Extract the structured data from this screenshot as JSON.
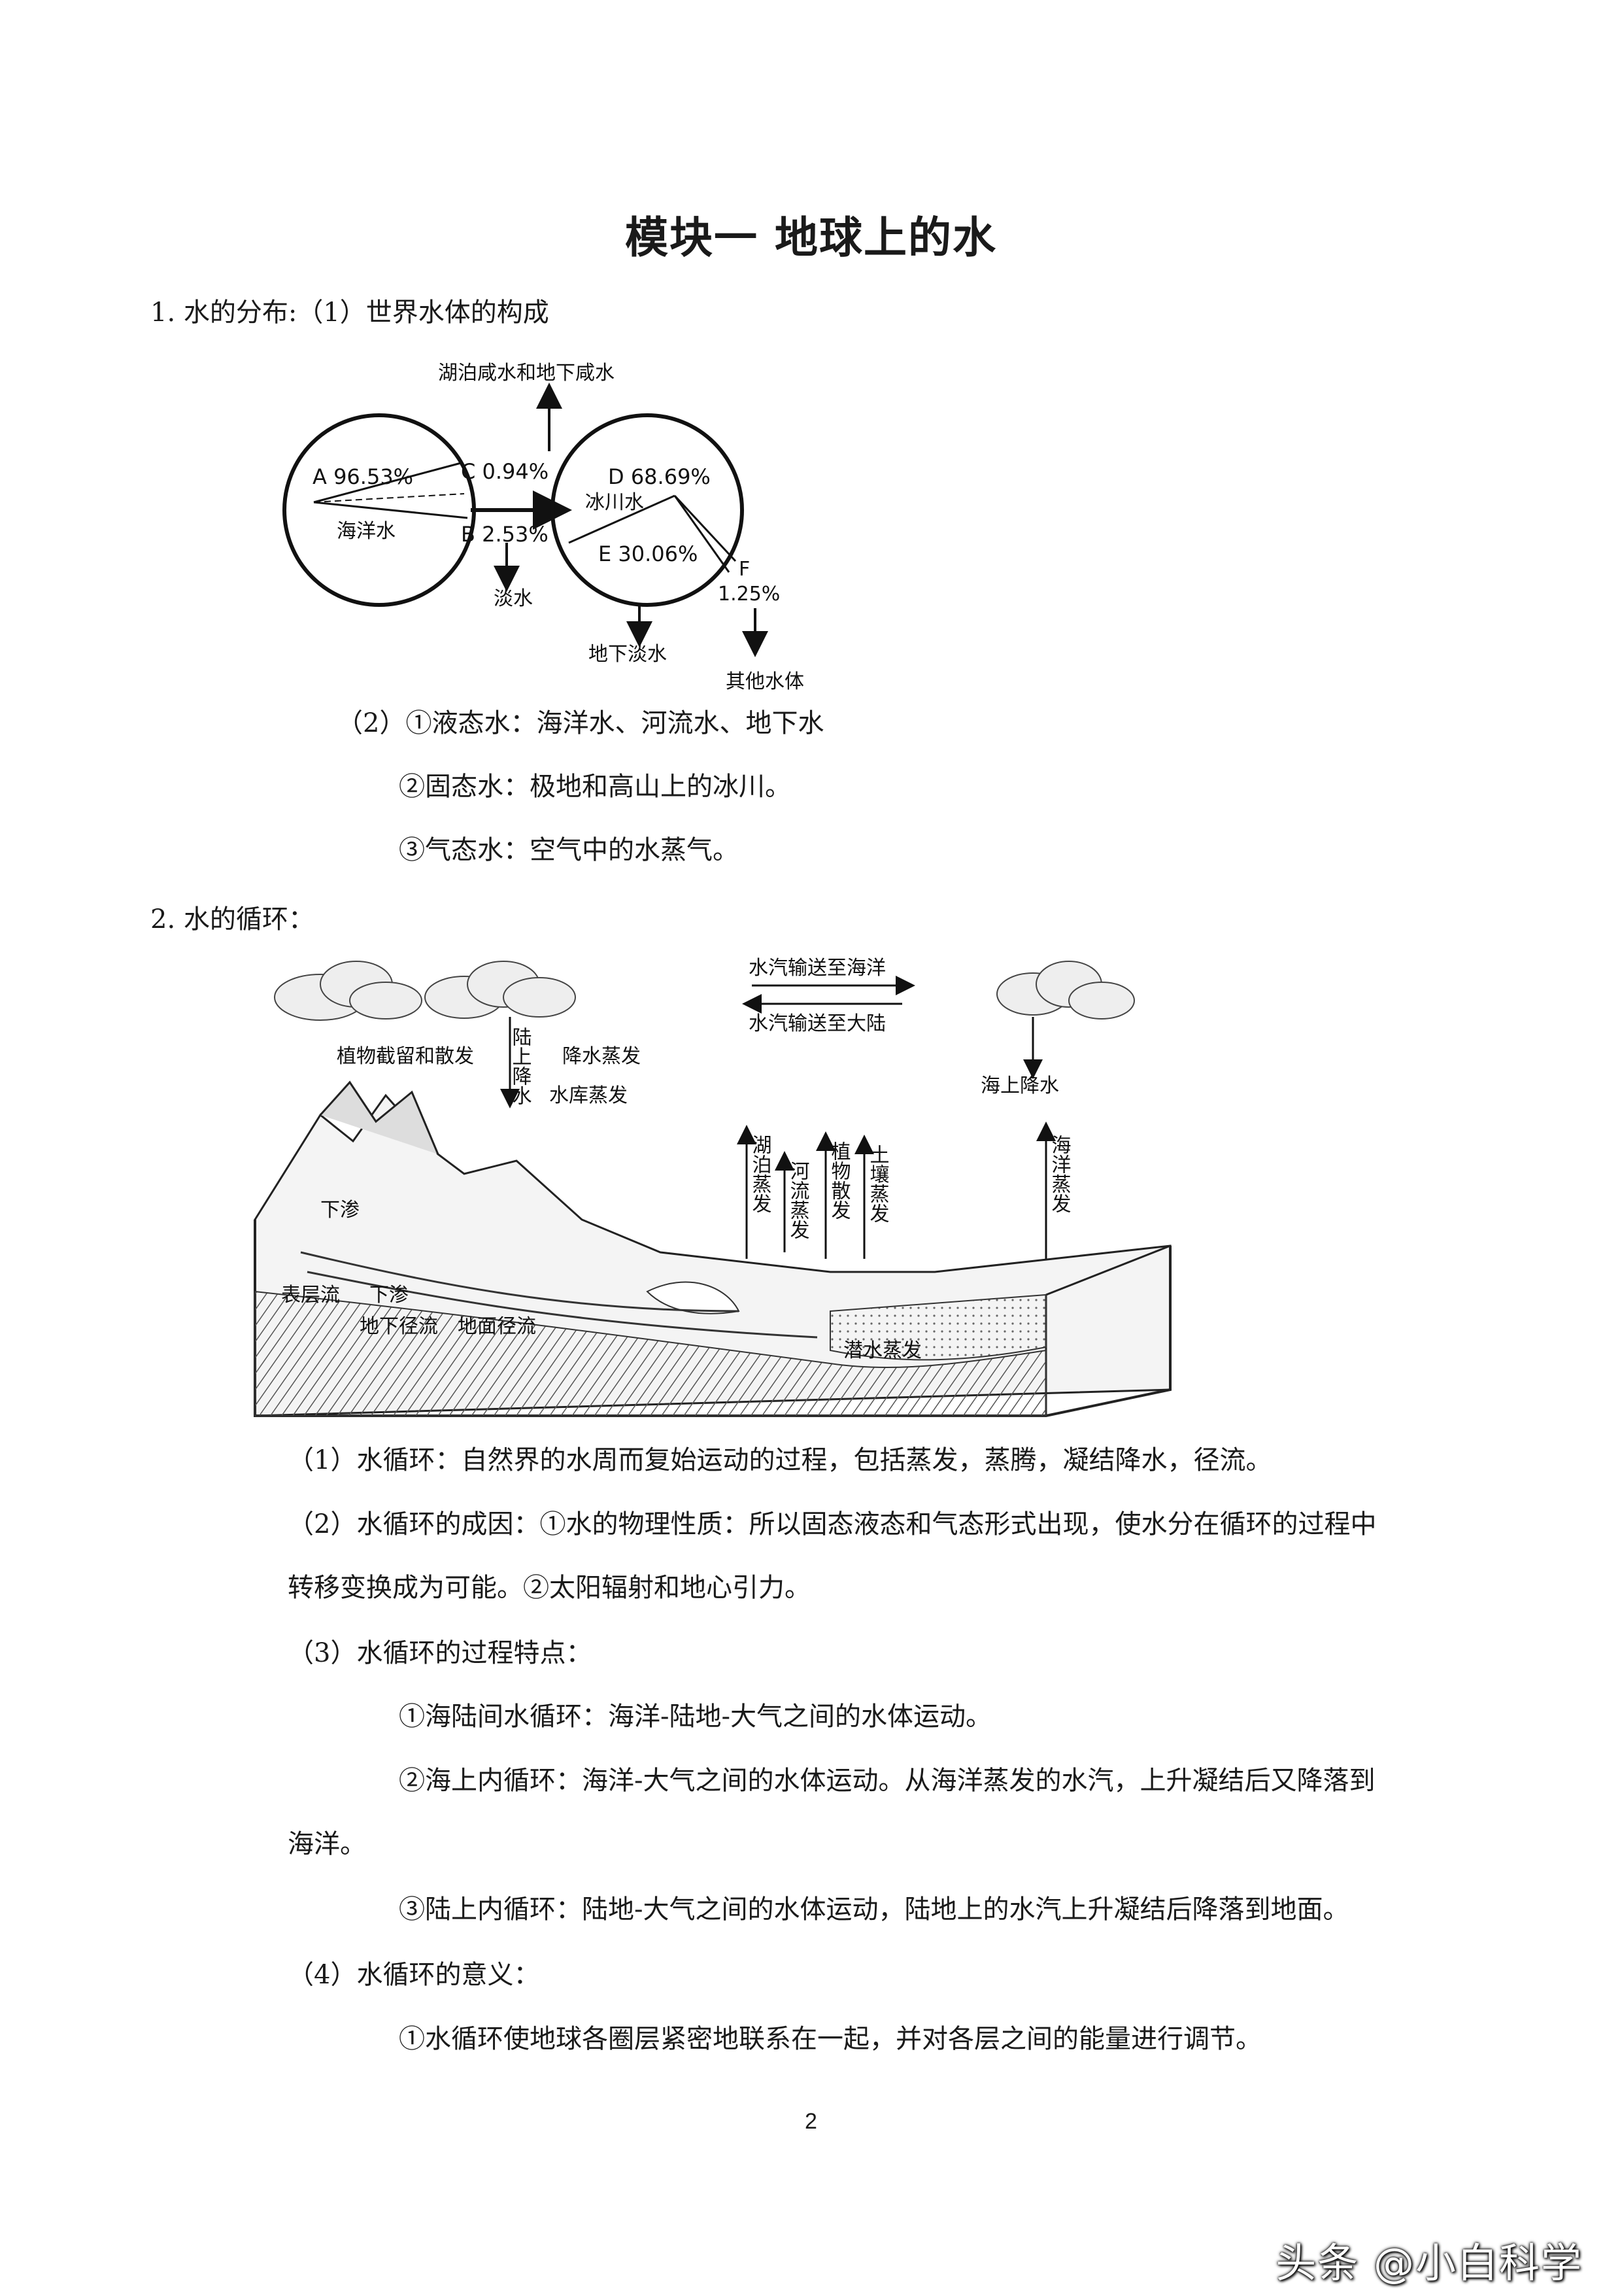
{
  "title": "模块一  地球上的水",
  "section1": {
    "heading": "1.  水的分布:（1）世界水体的构成",
    "diagram": {
      "top_label": "湖泊咸水和地下咸水",
      "circle1": {
        "a": "A  96.53%",
        "c": "C  0.94%",
        "ocean": "海洋水",
        "b": "B  2.53%",
        "fresh": "淡水"
      },
      "circle2": {
        "d": "D  68.69%",
        "glacier": "冰川水",
        "e": "E  30.06%",
        "f": "F",
        "f_value": "1.25%",
        "groundwater": "地下淡水",
        "other": "其他水体"
      }
    },
    "item2_a": "（2）①液态水：海洋水、河流水、地下水",
    "item2_b": "②固态水：极地和高山上的冰川。",
    "item2_c": "③气态水：空气中的水蒸气。"
  },
  "section2": {
    "heading": "2.  水的循环：",
    "diagram": {
      "to_ocean": "水汽输送至海洋",
      "to_land": "水汽输送至大陆",
      "plant_intercept": "植物截留和散发",
      "land_precip": "陆上降水",
      "precip_evap": "降水蒸发",
      "reservoir_evap": "水库蒸发",
      "ocean_precip": "海上降水",
      "lake_evap": "湖泊蒸发",
      "river_evap": "河流蒸发",
      "plant_transp": "植物散发",
      "soil_evap": "土壤蒸发",
      "ocean_evap": "海洋蒸发",
      "infiltration1": "下渗",
      "surface_flow": "表层流",
      "infiltration2": "下渗",
      "underground_runoff": "地下径流",
      "surface_runoff": "地面径流",
      "phreatic_evap": "潜水蒸发"
    },
    "p1": "（1）水循环：自然界的水周而复始运动的过程，包括蒸发，蒸腾，凝结降水，径流。",
    "p2a": "（2）水循环的成因：①水的物理性质：所以固态液态和气态形式出现，使水分在循环的过程中",
    "p2b": "转移变换成为可能。②太阳辐射和地心引力。",
    "p3": "（3）水循环的过程特点：",
    "p3_1": "①海陆间水循环：海洋-陆地-大气之间的水体运动。",
    "p3_2a": "②海上内循环：海洋-大气之间的水体运动。从海洋蒸发的水汽，上升凝结后又降落到",
    "p3_2b": "海洋。",
    "p3_3": "③陆上内循环：陆地-大气之间的水体运动，陆地上的水汽上升凝结后降落到地面。",
    "p4": "（4）水循环的意义：",
    "p4_1": "①水循环使地球各圈层紧密地联系在一起，并对各层之间的能量进行调节。"
  },
  "page_number": "2",
  "watermark": "头条 @小白科学"
}
